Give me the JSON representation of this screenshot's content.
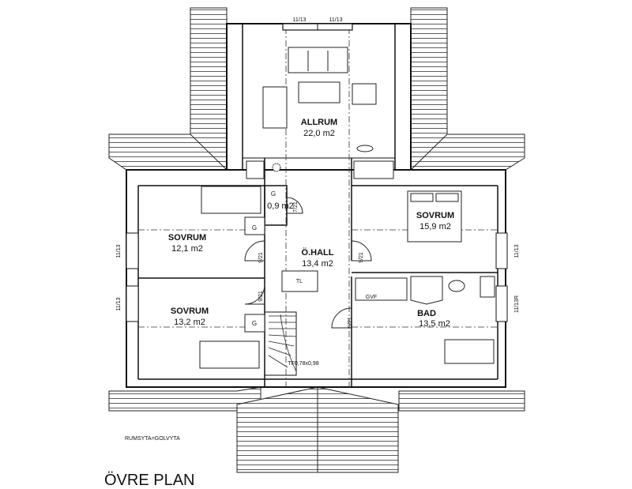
{
  "plan_title": "ÖVRE PLAN",
  "note": "RUMSYTA=GOLVYTA",
  "rooms": {
    "allrum": {
      "name": "ALLRUM",
      "area": "22,0 m2"
    },
    "wc": {
      "area": "0,9 m2"
    },
    "sovrum_left_top": {
      "name": "SOVRUM",
      "area": "12,1 m2"
    },
    "hall": {
      "name": "Ö.HALL",
      "area": "13,4 m2"
    },
    "sovrum_right": {
      "name": "SOVRUM",
      "area": "15,9 m2"
    },
    "sovrum_left_bottom": {
      "name": "SOVRUM",
      "area": "13,2 m2"
    },
    "bad": {
      "name": "BAD",
      "area": "13,5 m2"
    }
  },
  "labels": {
    "g": "G",
    "tl": "TL",
    "gvf": "GVF",
    "trapphal": "TF0,78x0,98"
  },
  "windows": {
    "top_left": "11/13",
    "top_right": "11/13",
    "left_upper": "11/13",
    "left_lower": "11/13",
    "right_upper": "11/13",
    "right_lower": "11/13R"
  },
  "doors": {
    "wc": "7/21",
    "sovrum_left_top": "9/21",
    "sovrum_left_bottom": "9/21",
    "sovrum_right": "9/21",
    "bad": "9/21"
  }
}
